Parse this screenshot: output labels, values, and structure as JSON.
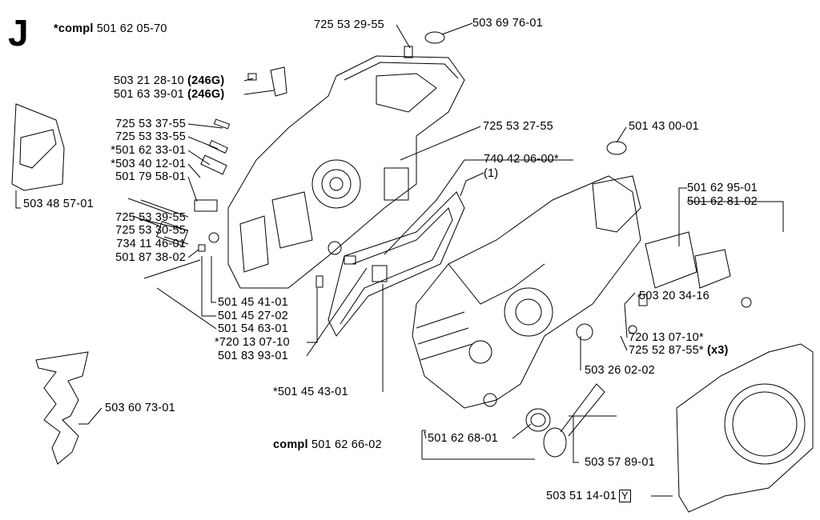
{
  "section_letter": "J",
  "header": {
    "prefix": "*compl",
    "number": "501 62 05-70"
  },
  "parts": {
    "p725532955": "725 53 29-55",
    "p503697601": "503 69 76-01",
    "p503212810": "503 21 28-10",
    "p501633901": "501 63 39-01",
    "variant_246g": "(246G)",
    "p725533755": "725 53 37-55",
    "p725533355": "725 53 33-55",
    "p501623301": "*501 62 33-01",
    "p503401201": "*503 40 12-01",
    "p501795801": "501 79 58-01",
    "p503485701": "503 48 57-01",
    "p725533955": "725 53 39-55",
    "p725533055": "725 53 30-55",
    "p734114601": "734 11 46-01",
    "p501873802": "501 87 38-02",
    "p725532755": "725 53 27-55",
    "p740420600": "740 42 06-00*",
    "note_1": "(1)",
    "p501430001": "501 43 00-01",
    "p501629501": "501 62 95-01",
    "p501628102": "501 62 81-02",
    "p501454101": "501 45 41-01",
    "p501452702": "501 45 27-02",
    "p501546301": "501 54 63-01",
    "p720130710a": "*720 13 07-10",
    "p501839301": "501 83 93-01",
    "p503203416": "503 20 34-16",
    "p720130710b": "720 13 07-10*",
    "p725528755": "725 52 87-55*",
    "x3": "(x3)",
    "p503260202": "503 26 02-02",
    "p501454301": "*501 45 43-01",
    "p503607301": "503 60 73-01",
    "compl_label": "compl",
    "p501626602": "501 62 66-02",
    "p501626801": "501 62 68-01",
    "p503578901": "503 57 89-01",
    "p503511401": "503 51 14-01",
    "y_box": "Y"
  }
}
